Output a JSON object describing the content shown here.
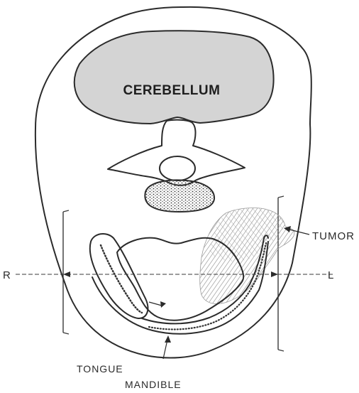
{
  "labels": {
    "cerebellum": "CEREBELLUM",
    "tumor": "TUMOR",
    "right": "R",
    "left": "L",
    "tongue": "TONGUE",
    "mandible": "MANDIBLE"
  },
  "colors": {
    "ink": "#2b2b2b",
    "cerebellum_fill": "#d4d4d4",
    "tumor_hatch": "#8a8a8a",
    "background": "#ffffff"
  }
}
